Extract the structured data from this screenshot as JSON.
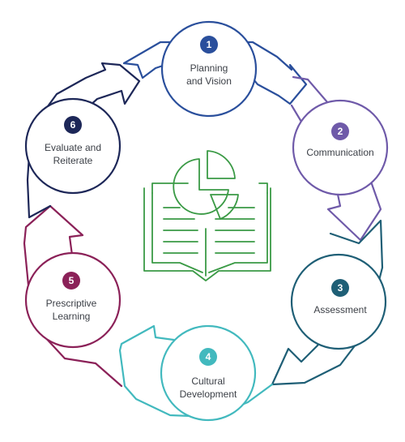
{
  "steps": [
    {
      "number": "1",
      "label": "Planning\nand Vision",
      "color": "#2a4f9c"
    },
    {
      "number": "2",
      "label": "Communication",
      "color": "#6f5aa9"
    },
    {
      "number": "3",
      "label": "Assessment",
      "color": "#1f5f76"
    },
    {
      "number": "4",
      "label": "Cultural\nDevelopment",
      "color": "#42b9be"
    },
    {
      "number": "5",
      "label": "Prescriptive\nLearning",
      "color": "#8b2158"
    },
    {
      "number": "6",
      "label": "Evaluate and\nReiterate",
      "color": "#1d2758"
    }
  ],
  "center_icon": {
    "name": "book-with-pie-chart-icon",
    "color": "#3a9a45"
  }
}
